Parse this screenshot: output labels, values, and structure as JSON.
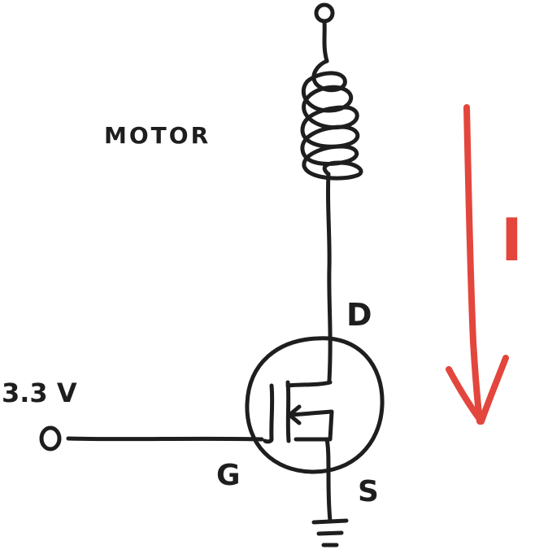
{
  "labels": {
    "motor": "MOTOR",
    "drain": "D",
    "gate": "G",
    "source": "S",
    "input_voltage": "3.3 V",
    "current": "I"
  },
  "colors": {
    "ink": "#1e1e1e",
    "current_arrow": "#e3463c",
    "background": "#ffffff"
  },
  "icons": {
    "supply_terminal": "open-circle-terminal",
    "motor_coil": "coil-symbol",
    "transistor": "n-channel-mosfet-symbol",
    "input_terminal": "open-circle-terminal",
    "ground": "ground-symbol",
    "current_direction": "down-arrow"
  }
}
